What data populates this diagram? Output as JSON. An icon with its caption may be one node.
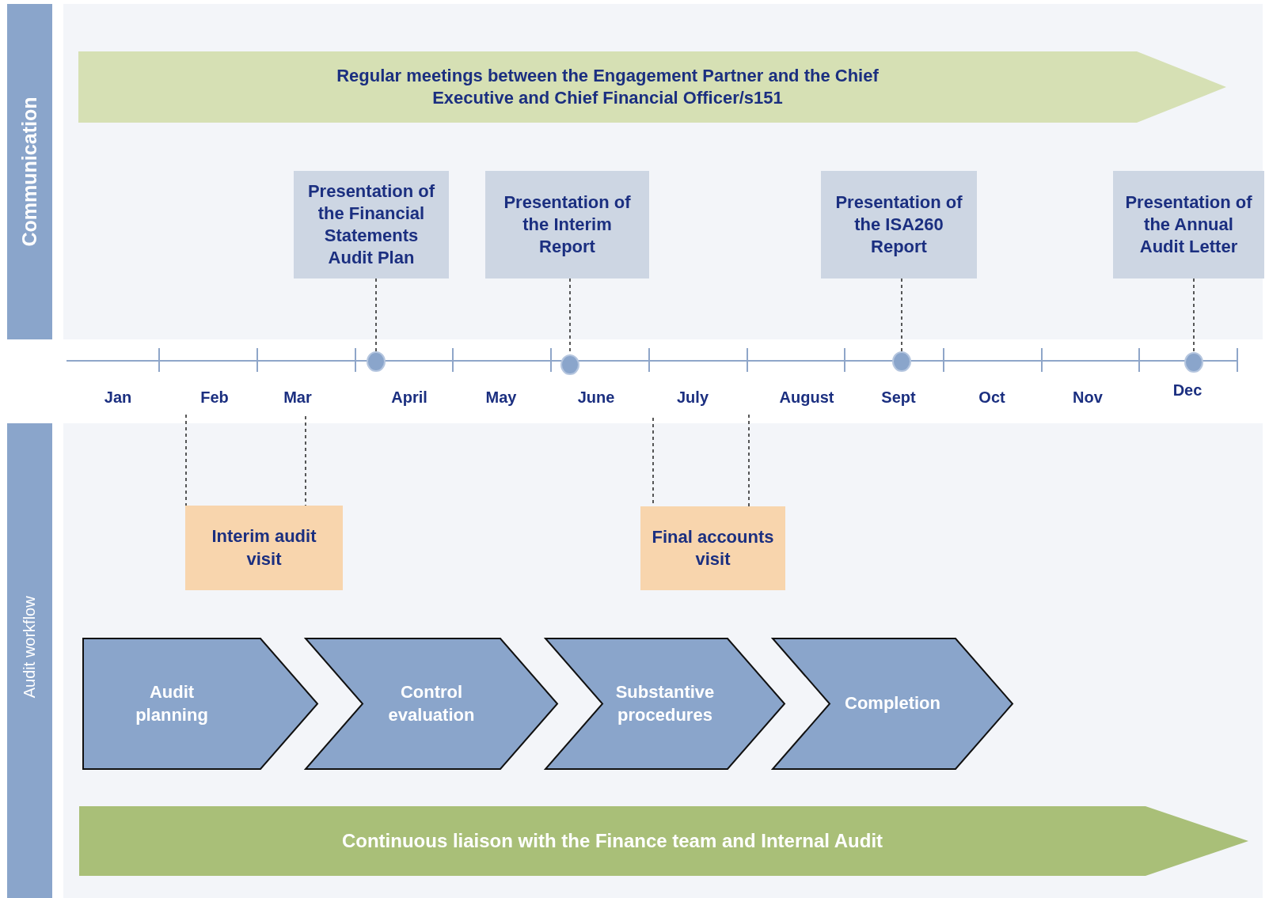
{
  "diagram": {
    "nodes": [
      {
        "text": [
          "Communication"
        ]
      },
      {
        "text": [
          "Regular meetings between the Engagement Partner and the Chief Executive and Chief Financial Officer/s151"
        ]
      },
      {
        "text": [
          "Presentation of the Financial Statements Audit Plan"
        ]
      },
      {
        "text": [
          "Presentation of the Interim Report"
        ]
      },
      {
        "text": [
          "Presentation of the ISA260 Report"
        ]
      },
      {
        "text": [
          "Presentation of the Annual Audit Letter"
        ]
      },
      {
        "text": [],
        "shape": "circle"
      },
      {
        "text": [],
        "shape": "circle"
      },
      {
        "text": [],
        "shape": "circle"
      },
      {
        "text": [],
        "shape": "circle"
      },
      {
        "text": [
          "Audit workflow"
        ]
      },
      {
        "text": [
          "Interim audit visit"
        ]
      },
      {
        "text": [
          "Final accounts visit"
        ]
      },
      {
        "text": [
          "Audit planning"
        ]
      },
      {
        "text": [
          "Control evaluation"
        ]
      },
      {
        "text": [
          "Substantive procedures"
        ]
      },
      {
        "text": [
          "Completion"
        ]
      },
      {
        "text": [
          "Continuous liaison with the Finance team and Internal Audit"
        ]
      }
    ],
    "edges": [
      {
        "from": 2,
        "to": 6,
        "arrow": "none",
        "style": "dashed"
      },
      {
        "from": 3,
        "to": 7,
        "arrow": "none",
        "style": "dashed"
      },
      {
        "from": 4,
        "to": 8,
        "arrow": "none",
        "style": "dashed"
      },
      {
        "from": 5,
        "to": 9,
        "arrow": "none",
        "style": "dashed"
      },
      {
        "from": null,
        "to": 11,
        "arrow": "none",
        "style": "dashed"
      },
      {
        "from": null,
        "to": 11,
        "arrow": "none",
        "style": "dashed"
      },
      {
        "from": null,
        "to": 12,
        "arrow": "none",
        "style": "dashed"
      },
      {
        "from": null,
        "to": 12,
        "arrow": "none",
        "style": "dashed"
      }
    ],
    "labels": [
      "Jan",
      "Feb",
      "Mar",
      "April",
      "May",
      "June",
      "July",
      "August",
      "Sept",
      "Oct",
      "Nov",
      "Dec"
    ]
  }
}
